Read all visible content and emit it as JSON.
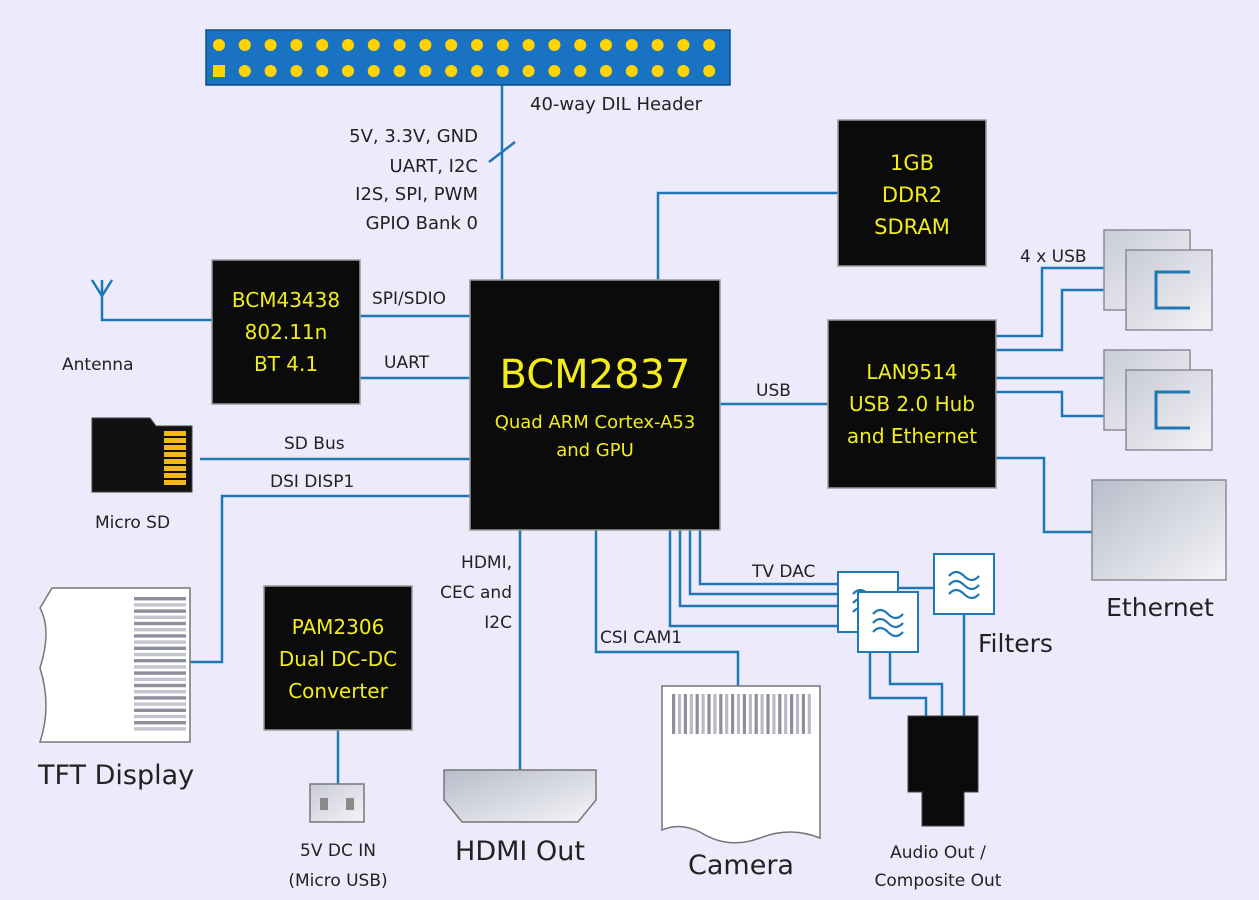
{
  "colors": {
    "background": "#eceafb",
    "wire": "#1f78b4",
    "chip_fill": "#0b0b0b",
    "chip_text": "#f2ec1b",
    "header_fill": "#1a73c2",
    "header_pin": "#ffd400"
  },
  "header": {
    "label": "40-way DIL Header",
    "bus_lines": [
      "5V, 3.3V, GND",
      "UART, I2C",
      "I2S, SPI, PWM",
      "GPIO Bank 0"
    ]
  },
  "soc": {
    "name": "BCM2837",
    "line1": "Quad ARM Cortex-A53",
    "line2": "and GPU"
  },
  "ram": {
    "lines": [
      "1GB",
      "DDR2",
      "SDRAM"
    ]
  },
  "wifi": {
    "lines": [
      "BCM43438",
      "802.11n",
      "BT 4.1"
    ]
  },
  "lan": {
    "lines": [
      "LAN9514",
      "USB 2.0 Hub",
      "and Ethernet"
    ]
  },
  "pmic": {
    "lines": [
      "PAM2306",
      "Dual DC-DC",
      "Converter"
    ]
  },
  "bus_labels": {
    "spi_sdio": "SPI/SDIO",
    "uart": "UART",
    "usb": "USB",
    "sd_bus": "SD Bus",
    "dsi": "DSI DISP1",
    "hdmi": [
      "HDMI,",
      "CEC and",
      "I2C"
    ],
    "csi": "CSI CAM1",
    "tv_dac": "TV DAC",
    "four_usb": "4 x USB"
  },
  "peripherals": {
    "antenna": "Antenna",
    "micro_sd": "Micro SD",
    "tft": "TFT Display",
    "power_in": [
      "5V DC IN",
      "(Micro USB)"
    ],
    "hdmi_out": "HDMI Out",
    "camera": "Camera",
    "audio_out": [
      "Audio Out /",
      "Composite Out"
    ],
    "filters": "Filters",
    "ethernet": "Ethernet"
  },
  "icons": {
    "antenna": "antenna-icon",
    "sd_card": "sd-card-icon",
    "usb_port": "usb-port-icon",
    "ethernet_port": "ethernet-port-icon",
    "filter": "filter-icon",
    "audio_jack": "audio-jack-icon",
    "hdmi_port": "hdmi-port-icon",
    "camera": "camera-connector-icon",
    "micro_usb": "micro-usb-icon",
    "display": "display-connector-icon"
  }
}
